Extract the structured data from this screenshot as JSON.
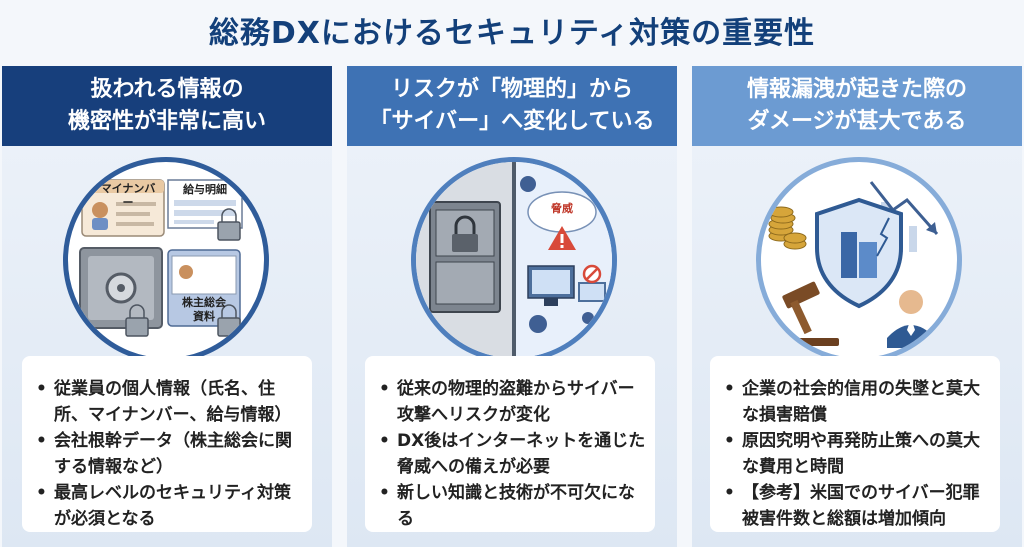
{
  "title": "総務DXにおけるセキュリティ対策の重要性",
  "columns": [
    {
      "heading_lines": [
        "扱われる情報の",
        "機密性が非常に高い"
      ],
      "illustration_labels": {
        "my_number": "マイナンバー",
        "payslip": "給与明細",
        "shareholders_line1": "株主総会",
        "shareholders_line2": "資料"
      },
      "bullets": [
        "従業員の個人情報（氏名、住所、マイナンバー、給与情報）",
        "会社根幹データ（株主総会に関する情報など）",
        "最高レベルのセキュリティ対策が必須となる"
      ]
    },
    {
      "heading_lines": [
        "リスクが「物理的」から",
        "「サイバー」へ変化している"
      ],
      "illustration_labels": {
        "threat": "脅威"
      },
      "bullets": [
        "従来の物理的盗難からサイバー攻撃へリスクが変化",
        "DX後はインターネットを通じた脅威への備えが必要",
        "新しい知識と技術が不可欠になる"
      ]
    },
    {
      "heading_lines": [
        "情報漏洩が起きた際の",
        "ダメージが甚大である"
      ],
      "illustration_labels": {},
      "bullets": [
        "企業の社会的信用の失墜と莫大な損害賠償",
        "原因究明や再発防止策への莫大な費用と時間",
        "【参考】米国でのサイバー犯罪被害件数と総額は増加傾向"
      ]
    }
  ],
  "icons": [
    "id-card-icon",
    "payslip-icon",
    "safe-icon",
    "padlock-icon",
    "document-folder-icon",
    "virus-icon",
    "warning-icon",
    "computer-icon",
    "coins-icon",
    "shield-building-icon",
    "gavel-icon",
    "declining-chart-icon",
    "worried-person-icon"
  ]
}
